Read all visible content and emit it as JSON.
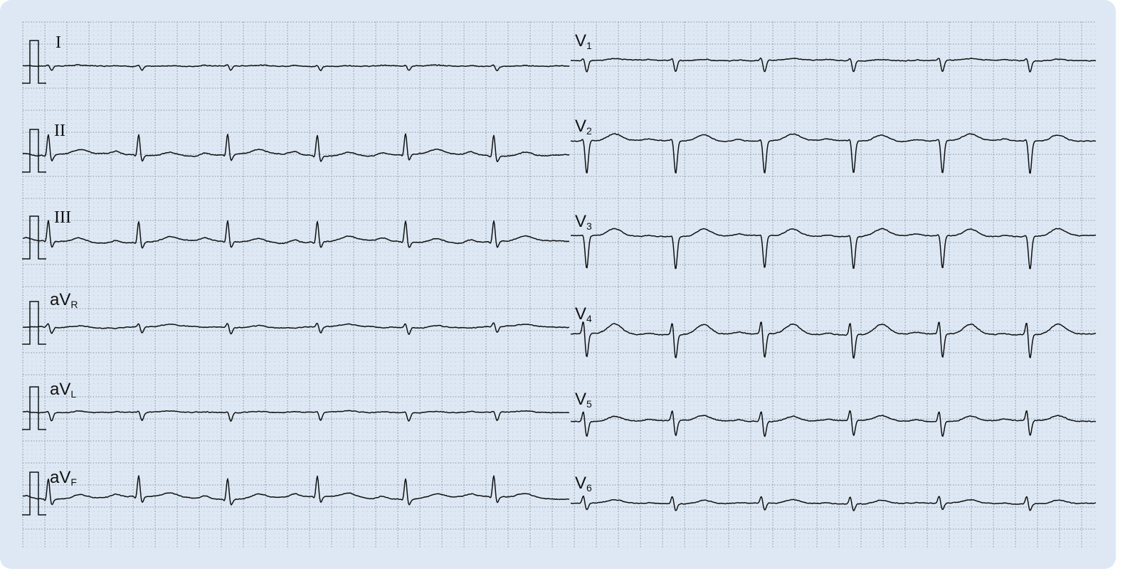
{
  "title": "12-lead ECG",
  "colors": {
    "background": "#dde8f4",
    "grid": "#6b7c8c",
    "trace": "#111111"
  },
  "leads": {
    "I": {
      "main": "I",
      "sub": ""
    },
    "II": {
      "main": "II",
      "sub": ""
    },
    "III": {
      "main": "III",
      "sub": ""
    },
    "aVR": {
      "main": "aV",
      "sub": "R"
    },
    "aVL": {
      "main": "aV",
      "sub": "L"
    },
    "aVF": {
      "main": "aV",
      "sub": "F"
    },
    "V1": {
      "main": "V",
      "sub": "1"
    },
    "V2": {
      "main": "V",
      "sub": "2"
    },
    "V3": {
      "main": "V",
      "sub": "3"
    },
    "V4": {
      "main": "V",
      "sub": "4"
    },
    "V5": {
      "main": "V",
      "sub": "5"
    },
    "V6": {
      "main": "V",
      "sub": "6"
    }
  }
}
